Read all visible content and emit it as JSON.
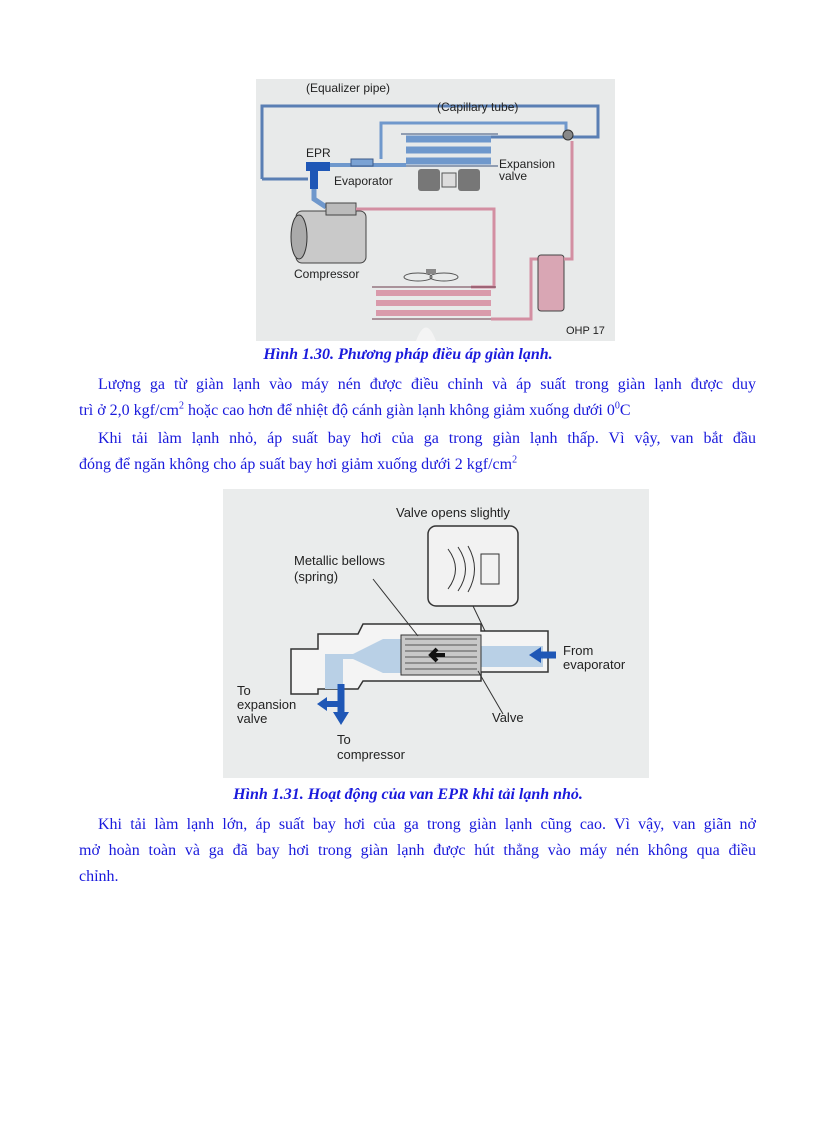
{
  "figure_1": {
    "labels": {
      "equalizer_pipe": "(Equalizer pipe)",
      "capillary_tube": "(Capillary tube)",
      "epr": "EPR",
      "evaporator": "Evaporator",
      "expansion": "Expansion",
      "valve": "valve",
      "compressor": "Compressor",
      "ohp": "OHP 17"
    },
    "caption": "Hình 1.30. Phương pháp điều áp giàn lạnh."
  },
  "paragraph_1": {
    "line1": "Lượng ga từ giàn lạnh vào máy nén được điều chỉnh và áp suất trong giàn lạnh được duy",
    "line2_a": "trì ở 2,0 kgf/cm",
    "line2_sup": "2",
    "line2_b": " hoặc cao hơn để nhiệt độ cánh giàn lạnh không giảm xuống dưới 0",
    "line2_sup2": "0",
    "line2_c": "C"
  },
  "paragraph_2": {
    "line1": "Khi tải làm lạnh nhỏ, áp suất bay hơi của ga trong giàn lạnh thấp. Vì vậy, van bắt đầu",
    "line2_a": "đóng để ngăn không cho áp suất bay hơi giảm xuống dưới 2 kgf/cm",
    "line2_sup": "2"
  },
  "figure_2": {
    "labels": {
      "valve_opens": "Valve opens slightly",
      "bellows": "Metallic bellows",
      "spring": "(spring)",
      "from": "From",
      "evaporator": "evaporator",
      "to": "To",
      "expansion": "expansion",
      "valve_word": "valve",
      "valve": "Valve",
      "to2": "To",
      "compressor": "compressor"
    },
    "caption": "Hình 1.31. Hoạt động của van EPR khi tải lạnh nhỏ."
  },
  "paragraph_3": {
    "line1": "Khi tải làm lạnh lớn, áp suất bay hơi của ga trong giàn lạnh cũng cao. Vì vậy, van giãn nở",
    "line2": "mở hoàn toàn và ga đã bay hơi trong giàn lạnh được hút thẳng vào máy nén không qua điều",
    "line3": "chỉnh."
  }
}
